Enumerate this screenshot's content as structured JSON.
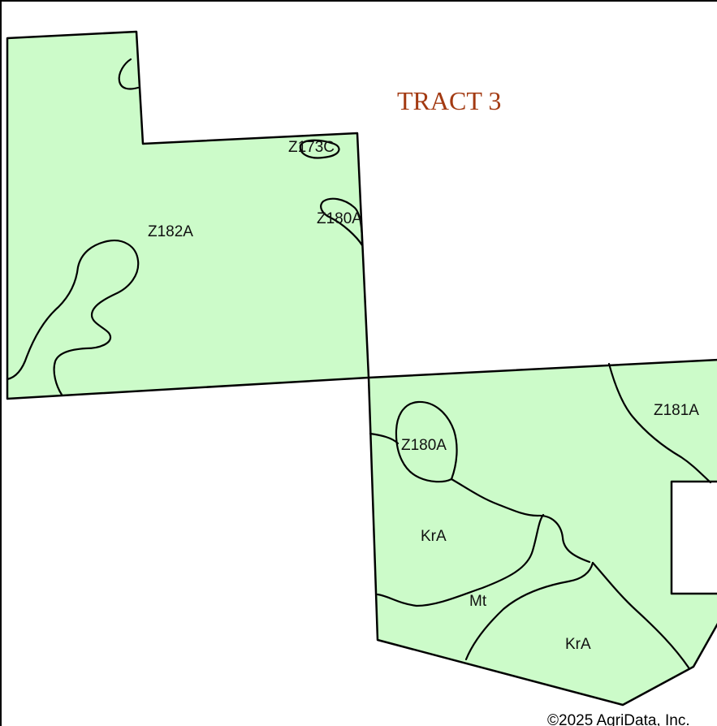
{
  "map": {
    "tract_label": "TRACT 3",
    "copyright": "©2025 AgriData, Inc.",
    "colors": {
      "soil_fill": "#ccfbc9",
      "outline": "#000000",
      "tract_label": "#a33a12",
      "background": "#ffffff"
    },
    "soil_labels": [
      {
        "id": "z173c",
        "text": "Z173C"
      },
      {
        "id": "z180a-north",
        "text": "Z180A"
      },
      {
        "id": "z182a",
        "text": "Z182A"
      },
      {
        "id": "z181a",
        "text": "Z181A"
      },
      {
        "id": "z180a-south",
        "text": "Z180A"
      },
      {
        "id": "kra-north",
        "text": "KrA"
      },
      {
        "id": "mt",
        "text": "Mt"
      },
      {
        "id": "kra-south",
        "text": "KrA"
      }
    ]
  }
}
